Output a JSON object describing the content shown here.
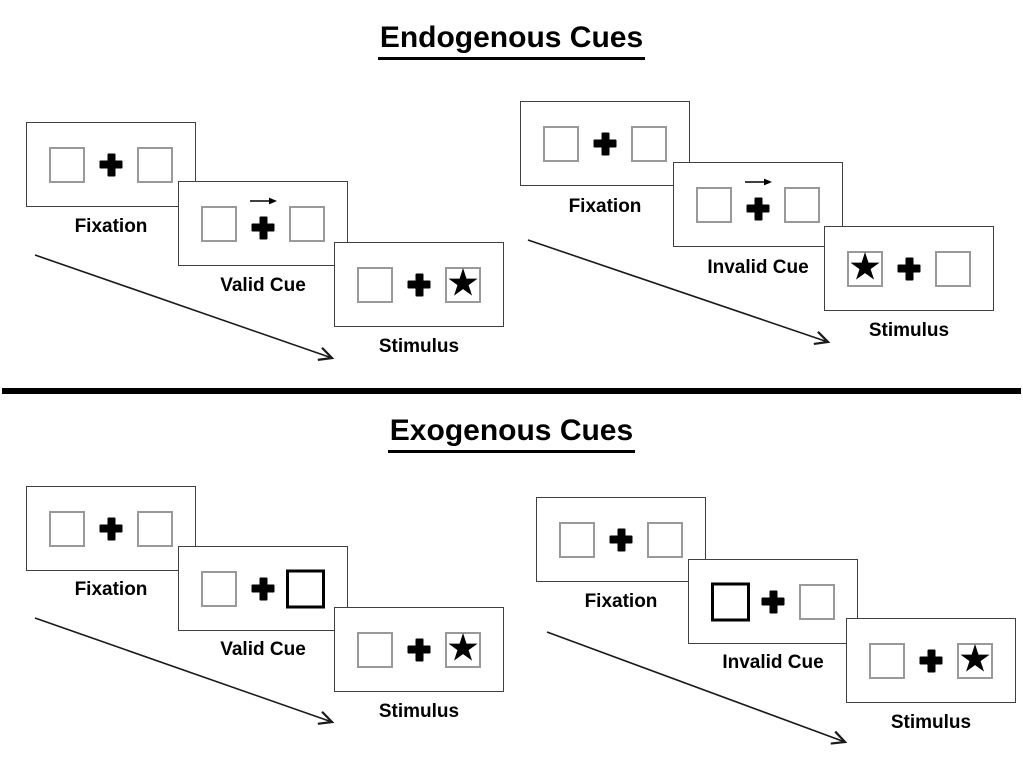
{
  "icons": {
    "star": "★"
  },
  "sections": [
    {
      "title": "Endogenous Cues",
      "sequences": [
        {
          "name": "valid-trial",
          "cue_type": "central-arrow",
          "cue_direction": "right",
          "target_side": "right",
          "panels": [
            {
              "label": "Fixation"
            },
            {
              "label": "Valid Cue"
            },
            {
              "label": "Stimulus"
            }
          ]
        },
        {
          "name": "invalid-trial",
          "cue_type": "central-arrow",
          "cue_direction": "right",
          "target_side": "left",
          "panels": [
            {
              "label": "Fixation"
            },
            {
              "label": "Invalid Cue"
            },
            {
              "label": "Stimulus"
            }
          ]
        }
      ]
    },
    {
      "title": "Exogenous Cues",
      "sequences": [
        {
          "name": "valid-trial",
          "cue_type": "peripheral-box-highlight",
          "cue_side": "right",
          "target_side": "right",
          "panels": [
            {
              "label": "Fixation"
            },
            {
              "label": "Valid Cue"
            },
            {
              "label": "Stimulus"
            }
          ]
        },
        {
          "name": "invalid-trial",
          "cue_type": "peripheral-box-highlight",
          "cue_side": "left",
          "target_side": "right",
          "panels": [
            {
              "label": "Fixation"
            },
            {
              "label": "Invalid Cue"
            },
            {
              "label": "Stimulus"
            }
          ]
        }
      ]
    }
  ]
}
